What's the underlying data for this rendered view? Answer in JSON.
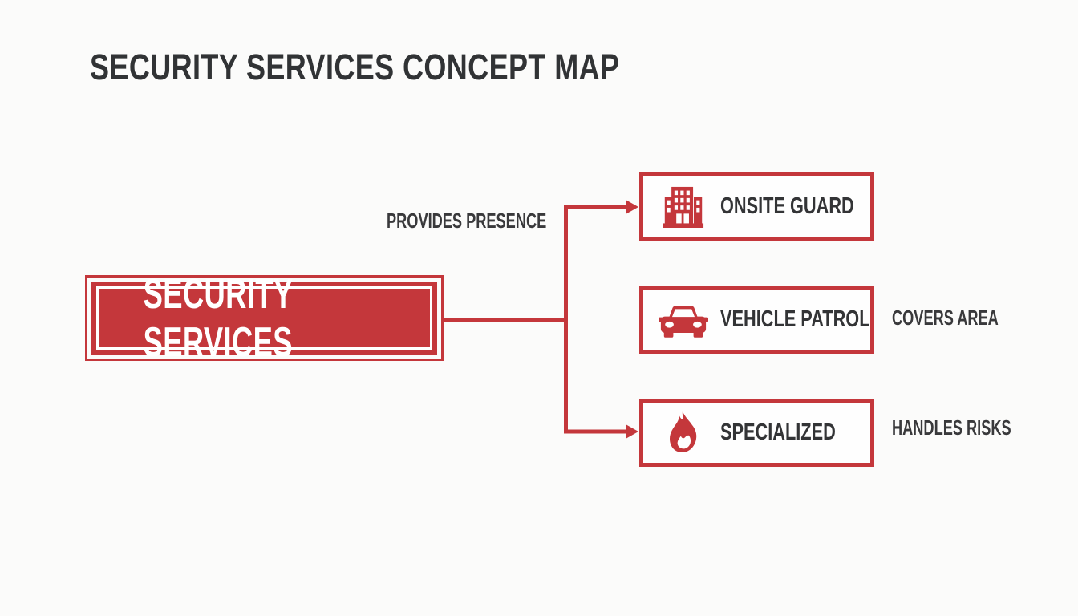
{
  "title": "SECURITY SERVICES CONCEPT MAP",
  "colors": {
    "accent_red": "#c4373b",
    "text_dark": "#333436",
    "background": "#fbfbfa",
    "node_text": "#ffffff",
    "child_box_bg": "#fefefe"
  },
  "root": {
    "label": "SECURITY SERVICES"
  },
  "branches": [
    {
      "label": "ONSITE GUARD",
      "icon": "building-icon",
      "relation": "PROVIDES PRESENCE",
      "relation_position": "above-connector",
      "has_arrow": true
    },
    {
      "label": "VEHICLE PATROL",
      "icon": "car-icon",
      "relation": "COVERS AREA",
      "relation_position": "right-of-box",
      "has_arrow": false
    },
    {
      "label": "SPECIALIZED",
      "icon": "flame-icon",
      "relation": "HANDLES RISKS",
      "relation_position": "right-of-box",
      "has_arrow": true
    }
  ]
}
